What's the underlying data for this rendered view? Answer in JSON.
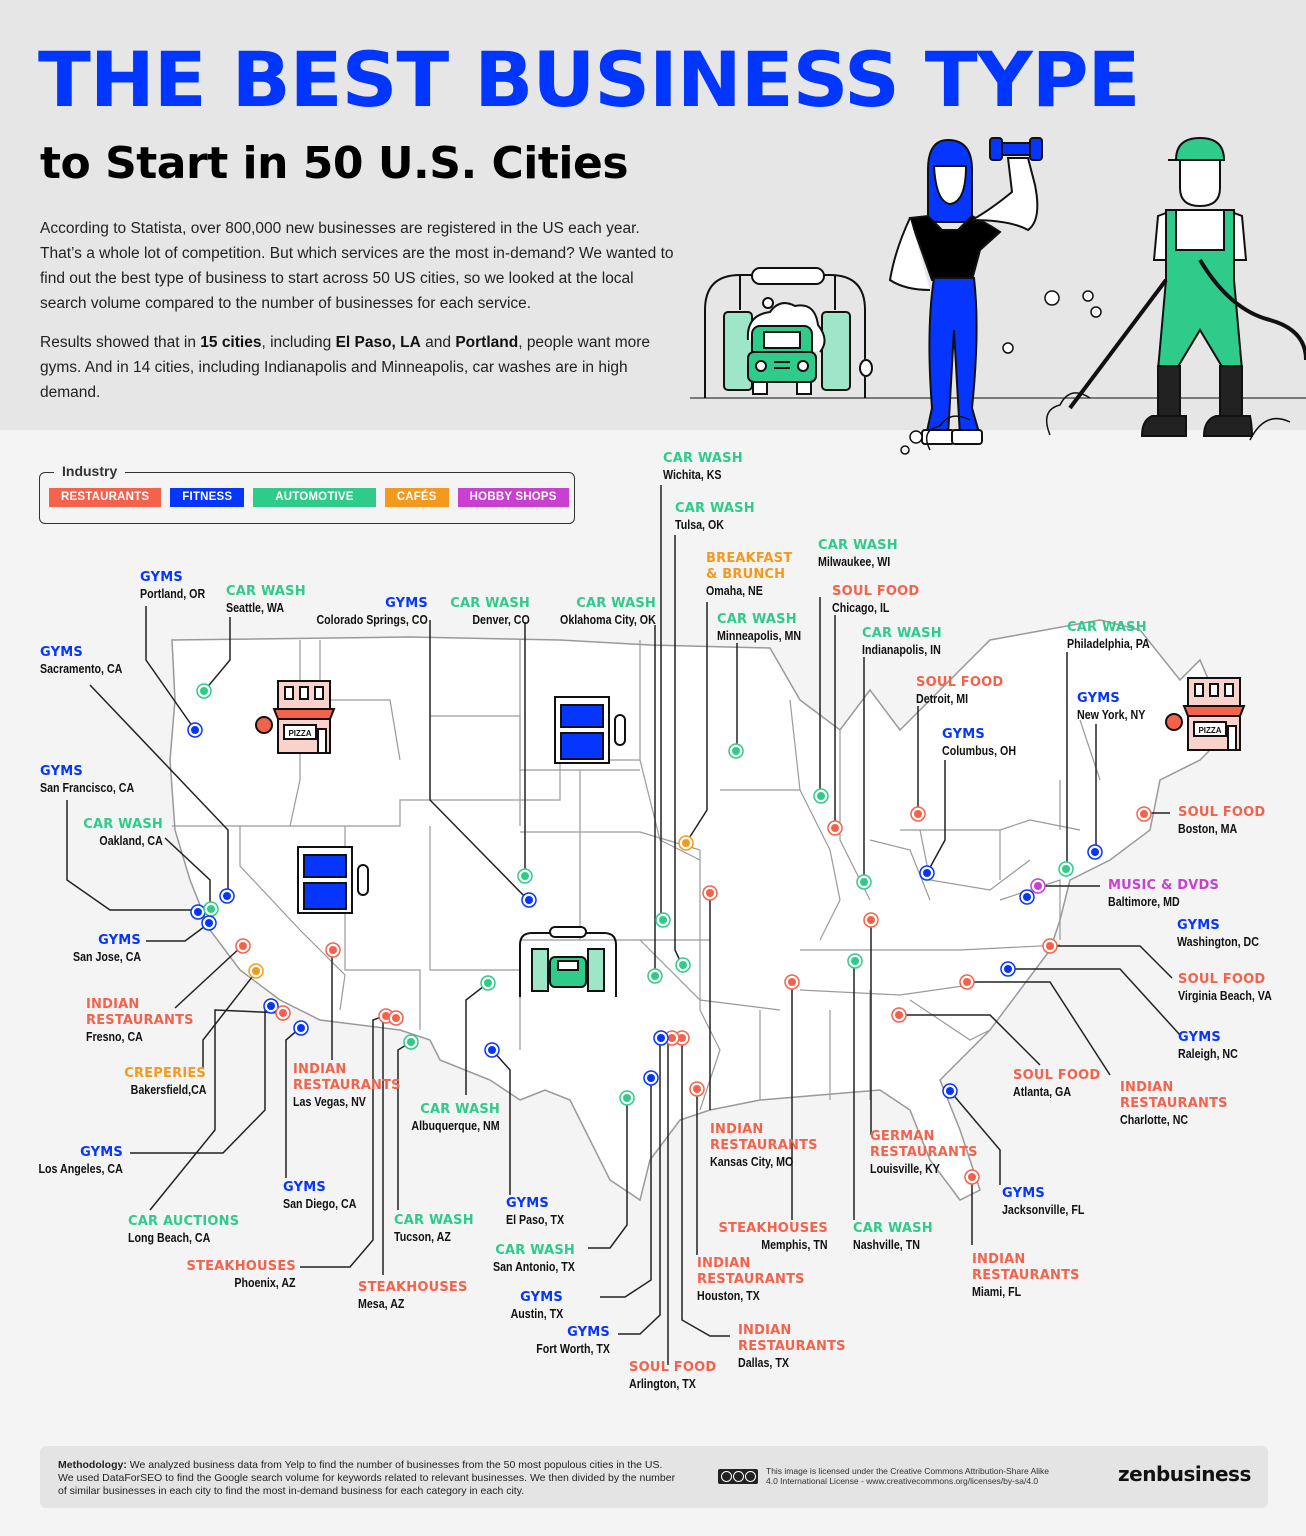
{
  "header": {
    "title": "THE BEST BUSINESS TYPE",
    "subtitle": "to Start in 50 U.S. Cities",
    "intro_p1": "According to Statista, over 800,000 new businesses are registered in the US each year. That’s a whole lot of competition. But which services are the most in-demand? We wanted to find out the best type of business to start across 50 US cities, so we looked at the local search volume compared to the number of businesses for each service.",
    "intro_p2_a": "Results showed that in ",
    "intro_p2_b1": "15 cities",
    "intro_p2_c": ", including ",
    "intro_p2_b2": "El Paso, LA",
    "intro_p2_d": " and ",
    "intro_p2_b3": "Portland",
    "intro_p2_e": ", people want more gyms. And in 14 cities, including Indianapolis and Minneapolis, car washes are in high demand."
  },
  "legend": {
    "title": "Industry",
    "items": [
      {
        "label": "RESTAURANTS",
        "color": "#f5624c"
      },
      {
        "label": "FITNESS",
        "color": "#0535ff"
      },
      {
        "label": "AUTOMOTIVE",
        "color": "#2fcb8a"
      },
      {
        "label": "CAFÉS",
        "color": "#f39a1e"
      },
      {
        "label": "HOBBY SHOPS",
        "color": "#c93fd0"
      }
    ]
  },
  "colors": {
    "restaurants": "#f5624c",
    "fitness": "#0535ff",
    "automotive": "#2fcb8a",
    "cafes": "#f39a1e",
    "hobby": "#c93fd0"
  },
  "cities": [
    {
      "business": "GYMS",
      "city": "Portland, OR",
      "industry": "fitness"
    },
    {
      "business": "CAR WASH",
      "city": "Seattle, WA",
      "industry": "automotive"
    },
    {
      "business": "GYMS",
      "city": "Sacramento, CA",
      "industry": "fitness"
    },
    {
      "business": "GYMS",
      "city": "San Francisco, CA",
      "industry": "fitness"
    },
    {
      "business": "CAR WASH",
      "city": "Oakland, CA",
      "industry": "automotive"
    },
    {
      "business": "GYMS",
      "city": "San Jose, CA",
      "industry": "fitness"
    },
    {
      "business": "INDIAN RESTAURANTS",
      "city": "Fresno, CA",
      "industry": "restaurants"
    },
    {
      "business": "CREPERIES",
      "city": "Bakersfield,CA",
      "industry": "cafes"
    },
    {
      "business": "GYMS",
      "city": "Los Angeles, CA",
      "industry": "fitness"
    },
    {
      "business": "CAR AUCTIONS",
      "city": "Long Beach, CA",
      "industry": "automotive"
    },
    {
      "business": "GYMS",
      "city": "San Diego, CA",
      "industry": "fitness"
    },
    {
      "business": "INDIAN RESTAURANTS",
      "city": "Las Vegas, NV",
      "industry": "restaurants"
    },
    {
      "business": "STEAKHOUSES",
      "city": "Phoenix, AZ",
      "industry": "restaurants"
    },
    {
      "business": "STEAKHOUSES",
      "city": "Mesa, AZ",
      "industry": "restaurants"
    },
    {
      "business": "CAR WASH",
      "city": "Tucson, AZ",
      "industry": "automotive"
    },
    {
      "business": "CAR WASH",
      "city": "Albuquerque, NM",
      "industry": "automotive"
    },
    {
      "business": "GYMS",
      "city": "El Paso, TX",
      "industry": "fitness"
    },
    {
      "business": "GYMS",
      "city": "Colorado Springs, CO",
      "industry": "fitness"
    },
    {
      "business": "CAR WASH",
      "city": "Denver, CO",
      "industry": "automotive"
    },
    {
      "business": "CAR WASH",
      "city": "Oklahoma City, OK",
      "industry": "automotive"
    },
    {
      "business": "CAR WASH",
      "city": "Wichita, KS",
      "industry": "automotive"
    },
    {
      "business": "CAR WASH",
      "city": "Tulsa, OK",
      "industry": "automotive"
    },
    {
      "business": "BREAKFAST & BRUNCH",
      "city": "Omaha, NE",
      "industry": "cafes"
    },
    {
      "business": "CAR WASH",
      "city": "Minneapolis, MN",
      "industry": "automotive"
    },
    {
      "business": "CAR WASH",
      "city": "Milwaukee, WI",
      "industry": "automotive"
    },
    {
      "business": "SOUL FOOD",
      "city": "Chicago, IL",
      "industry": "restaurants"
    },
    {
      "business": "CAR WASH",
      "city": "Indianapolis, IN",
      "industry": "automotive"
    },
    {
      "business": "SOUL FOOD",
      "city": "Detroit, MI",
      "industry": "restaurants"
    },
    {
      "business": "GYMS",
      "city": "Columbus, OH",
      "industry": "fitness"
    },
    {
      "business": "CAR WASH",
      "city": "Philadelphia, PA",
      "industry": "automotive"
    },
    {
      "business": "GYMS",
      "city": "New York, NY",
      "industry": "fitness"
    },
    {
      "business": "SOUL FOOD",
      "city": "Boston, MA",
      "industry": "restaurants"
    },
    {
      "business": "MUSIC & DVDS",
      "city": "Baltimore, MD",
      "industry": "hobby"
    },
    {
      "business": "GYMS",
      "city": "Washington, DC",
      "industry": "fitness"
    },
    {
      "business": "SOUL FOOD",
      "city": "Virginia Beach, VA",
      "industry": "restaurants"
    },
    {
      "business": "GYMS",
      "city": "Raleigh, NC",
      "industry": "fitness"
    },
    {
      "business": "INDIAN RESTAURANTS",
      "city": "Charlotte, NC",
      "industry": "restaurants"
    },
    {
      "business": "SOUL FOOD",
      "city": "Atlanta, GA",
      "industry": "restaurants"
    },
    {
      "business": "GYMS",
      "city": "Jacksonville, FL",
      "industry": "fitness"
    },
    {
      "business": "INDIAN RESTAURANTS",
      "city": "Miami, FL",
      "industry": "restaurants"
    },
    {
      "business": "GERMAN RESTAURANTS",
      "city": "Louisville, KY",
      "industry": "restaurants"
    },
    {
      "business": "CAR WASH",
      "city": "Nashville, TN",
      "industry": "automotive"
    },
    {
      "business": "STEAKHOUSES",
      "city": "Memphis, TN",
      "industry": "restaurants"
    },
    {
      "business": "INDIAN RESTAURANTS",
      "city": "Kansas City, MO",
      "industry": "restaurants"
    },
    {
      "business": "INDIAN RESTAURANTS",
      "city": "Houston, TX",
      "industry": "restaurants"
    },
    {
      "business": "INDIAN RESTAURANTS",
      "city": "Dallas, TX",
      "industry": "restaurants"
    },
    {
      "business": "SOUL FOOD",
      "city": "Arlington, TX",
      "industry": "restaurants"
    },
    {
      "business": "GYMS",
      "city": "Fort Worth, TX",
      "industry": "fitness"
    },
    {
      "business": "GYMS",
      "city": "Austin, TX",
      "industry": "fitness"
    },
    {
      "business": "CAR WASH",
      "city": "San Antonio, TX",
      "industry": "automotive"
    }
  ],
  "map_icons": {
    "pizza_sign": "PIZZA",
    "gym_sign": "GYM"
  },
  "footer": {
    "methodology_label": "Methodology:",
    "methodology_text": " We analyzed business data from Yelp to find the number of businesses from the 50 most populous cities in the US. We used DataForSEO to find the Google search volume for keywords related to relevant businesses. We then divided by the number of similar businesses in each city to find the most in-demand business for each category in each city.",
    "license_text": "This image is licensed under the Creative Commons  Attribution-Share Alike 4.0 International License - www.creativecommons.org/licenses/by-sa/4.0",
    "brand": "zenbusiness"
  }
}
